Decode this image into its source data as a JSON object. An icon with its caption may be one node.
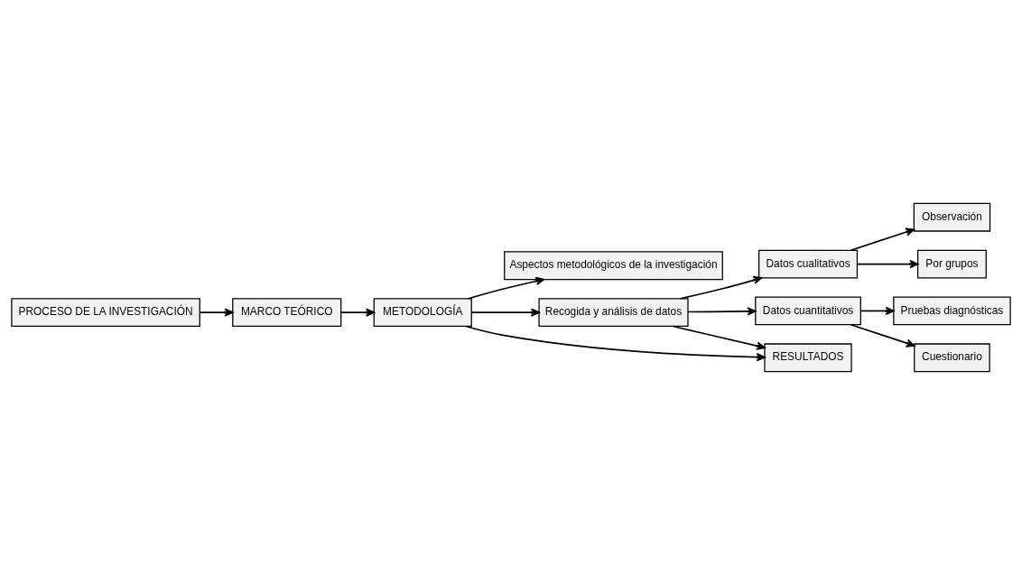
{
  "diagram": {
    "nodes": [
      {
        "text": [
          "PROCESO DE LA INVESTIGACIÓN"
        ]
      },
      {
        "text": [
          "MARCO TEÓRICO"
        ]
      },
      {
        "text": [
          "METODOLOGÍA"
        ]
      },
      {
        "text": [
          "Aspectos metodológicos de la investigación"
        ]
      },
      {
        "text": [
          "Recogida y análisis de datos"
        ]
      },
      {
        "text": [
          "Datos cualitativos"
        ]
      },
      {
        "text": [
          "Observación"
        ]
      },
      {
        "text": [
          "Por grupos"
        ]
      },
      {
        "text": [
          "Datos cuantitativos"
        ]
      },
      {
        "text": [
          "Pruebas diagnósticas"
        ]
      },
      {
        "text": [
          "Cuestionario"
        ]
      },
      {
        "text": [
          "RESULTADOS"
        ]
      }
    ],
    "edges": [
      {
        "from": 0,
        "to": 1,
        "arrow": "to"
      },
      {
        "from": 1,
        "to": 2,
        "arrow": "to"
      },
      {
        "from": 2,
        "to": 3,
        "arrow": "to"
      },
      {
        "from": 2,
        "to": 4,
        "arrow": "to"
      },
      {
        "from": 2,
        "to": 11,
        "arrow": "to"
      },
      {
        "from": 4,
        "to": 5,
        "arrow": "to"
      },
      {
        "from": 4,
        "to": 8,
        "arrow": "to"
      },
      {
        "from": 5,
        "to": 6,
        "arrow": "to"
      },
      {
        "from": 5,
        "to": 7,
        "arrow": "to"
      },
      {
        "from": 8,
        "to": 9,
        "arrow": "to"
      },
      {
        "from": 8,
        "to": 10,
        "arrow": "to"
      },
      {
        "from": 4,
        "to": 11,
        "arrow": "to"
      }
    ]
  }
}
